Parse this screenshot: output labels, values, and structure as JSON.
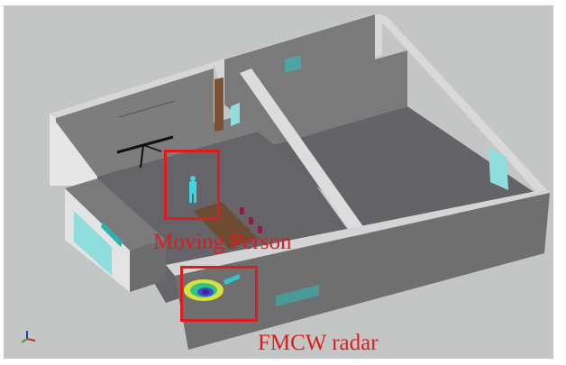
{
  "figure": {
    "type": "3D indoor scene simulation (isometric floor plan)",
    "background_color": "#c4c5c5",
    "accent_color": "#e01b1b"
  },
  "annotations": [
    {
      "id": "moving-person",
      "label": "Moving Person"
    },
    {
      "id": "fmcw-radar",
      "label": "FMCW radar"
    }
  ],
  "scene_objects": [
    "projector-screen-tripod",
    "door",
    "windows",
    "conference-table",
    "chairs",
    "human-figure",
    "radar-antenna-pattern",
    "axis-triad"
  ]
}
